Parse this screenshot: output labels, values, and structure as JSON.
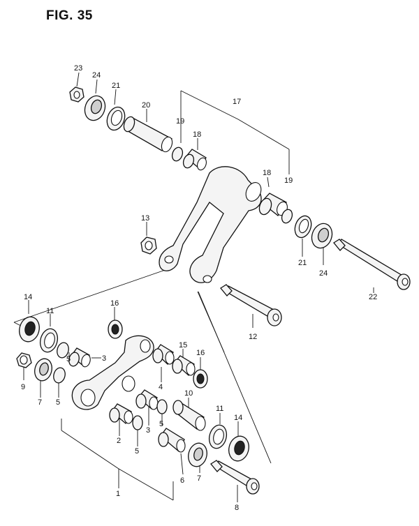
{
  "figure": {
    "title": "FIG. 35"
  },
  "callouts": {
    "c23": "23",
    "c24a": "24",
    "c21a": "21",
    "c20": "20",
    "c17": "17",
    "c19a": "19",
    "c18a": "18",
    "c18b": "18",
    "c19b": "19",
    "c13": "13",
    "c21b": "21",
    "c24b": "24",
    "c22": "22",
    "c12": "12",
    "c14a": "14",
    "c11a": "11",
    "c16a": "16",
    "c9": "9",
    "c5a": "5",
    "c3a": "3",
    "c15": "15",
    "c16b": "16",
    "c7a": "7",
    "c5b": "5",
    "c4": "4",
    "c10": "10",
    "c3b": "3",
    "c5c": "5",
    "c2": "2",
    "c5d": "5",
    "c11b": "11",
    "c14b": "14",
    "c6": "6",
    "c7b": "7",
    "c8": "8",
    "c1": "1"
  }
}
